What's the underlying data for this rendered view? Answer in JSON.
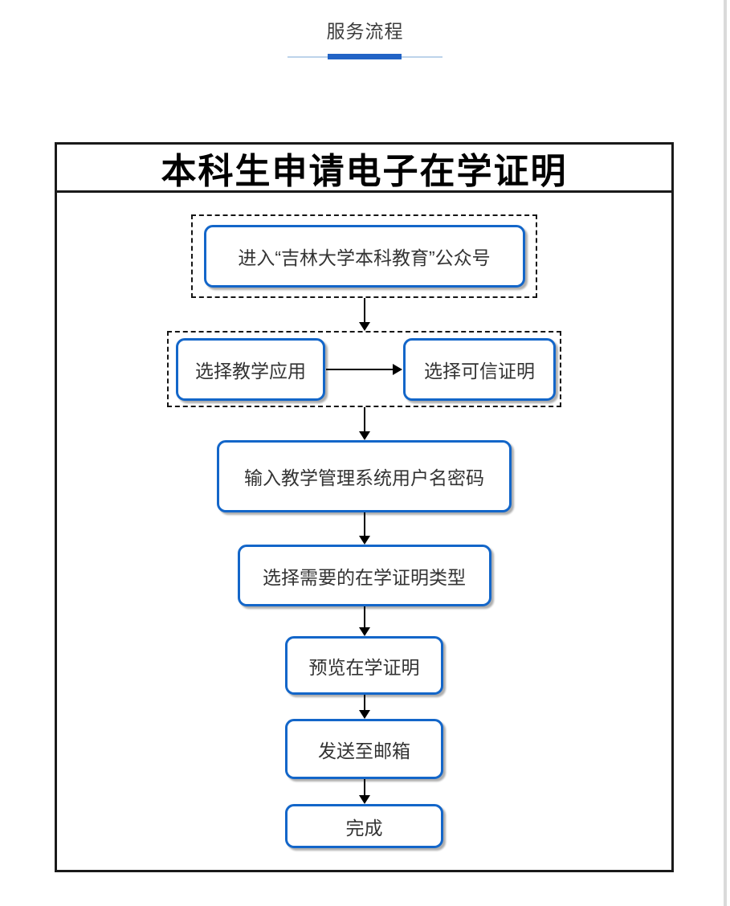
{
  "tab": {
    "label": "服务流程"
  },
  "flowchart": {
    "title": "本科生申请电子在学证明",
    "nodes": [
      {
        "label": "进入“吉林大学本科教育”公众号"
      },
      {
        "label": "选择教学应用"
      },
      {
        "label": "选择可信证明"
      },
      {
        "label": "输入教学管理系统用户名密码"
      },
      {
        "label": "选择需要的在学证明类型"
      },
      {
        "label": "预览在学证明"
      },
      {
        "label": "发送至邮箱"
      },
      {
        "label": "完成"
      }
    ],
    "edges": [
      {
        "from": 0,
        "to": 1,
        "direction": "down"
      },
      {
        "from": 1,
        "to": 2,
        "direction": "right"
      },
      {
        "from": 2,
        "to": 3,
        "direction": "down"
      },
      {
        "from": 3,
        "to": 4,
        "direction": "down"
      },
      {
        "from": 4,
        "to": 5,
        "direction": "down"
      },
      {
        "from": 5,
        "to": 6,
        "direction": "down"
      },
      {
        "from": 6,
        "to": 7,
        "direction": "down"
      }
    ]
  },
  "colors": {
    "accent": "#2264C6",
    "accent_track": "#BDD3EA",
    "node_border": "#1366C9",
    "frame_border": "#1A1A1A",
    "arrow": "#000000"
  }
}
